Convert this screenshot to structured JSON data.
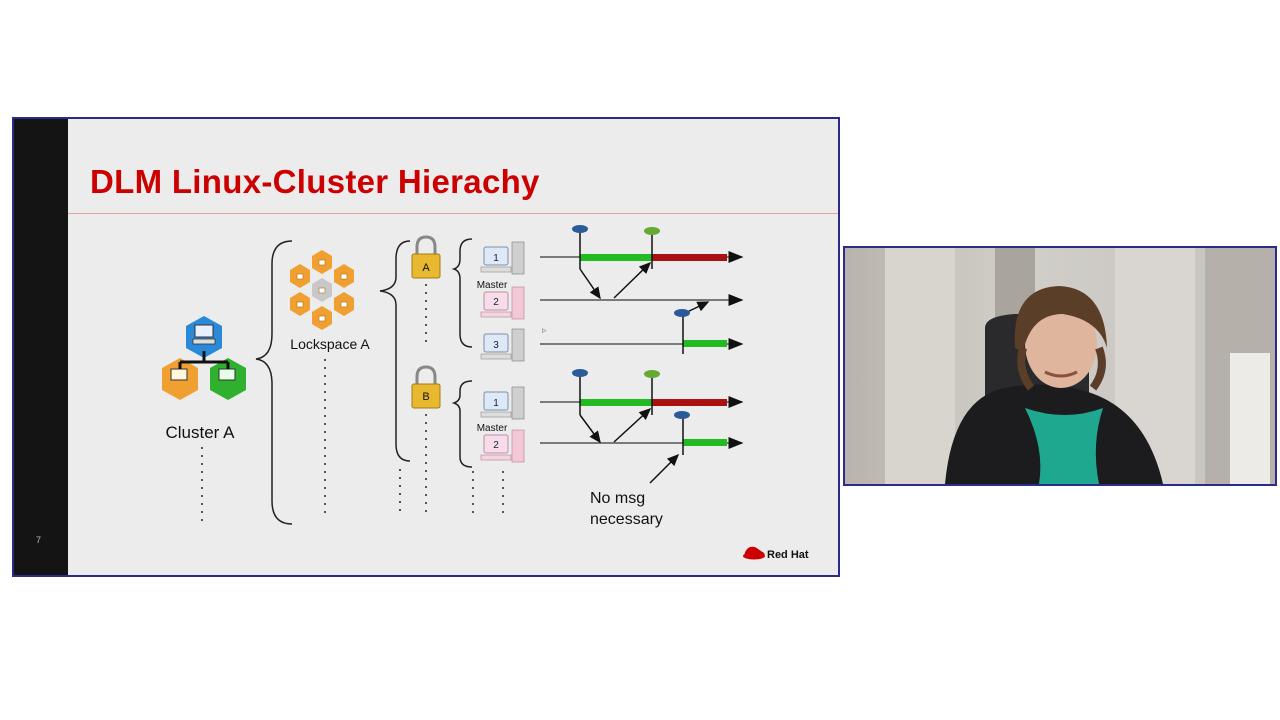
{
  "slide": {
    "title": "DLM Linux-Cluster Hierachy",
    "page_number": "7",
    "cluster_label": "Cluster A",
    "lockspace_label": "Lockspace A",
    "lock_a_label": "A",
    "lock_b_label": "B",
    "master_label_top": "Master",
    "master_label_bottom": "Master",
    "node_numbers_a": [
      "1",
      "2",
      "3"
    ],
    "node_numbers_b": [
      "1",
      "2"
    ],
    "annotation_line1": "No msg",
    "annotation_line2": "necessary",
    "brand": "Red Hat"
  },
  "colors": {
    "title_red": "#cc0000",
    "grant_green": "#22bb22",
    "hold_red": "#aa1111",
    "request_blue": "#2a5a9a",
    "release_green": "#66aa33",
    "hex_orange": "#f0a030",
    "hex_blue": "#2a8ad8",
    "hex_green": "#2fb02f",
    "lock_gold": "#e8b830"
  },
  "webcam": {
    "description_icon": "presenter-video"
  }
}
